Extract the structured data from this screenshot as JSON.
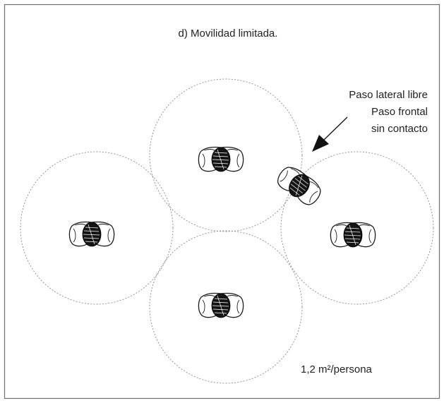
{
  "figure": {
    "title": "d) Movilidad limitada.",
    "annotation_lines": [
      "Paso lateral libre",
      "Paso frontal",
      "sin contacto"
    ],
    "density_label": "1,2 m²/persona"
  },
  "colors": {
    "frame": "#6f6f6f",
    "zone_outline": "#8a8a8a",
    "figure_fill": "#141414",
    "text": "#222222"
  },
  "persons": [
    {
      "name": "person-top",
      "moving": false
    },
    {
      "name": "person-left",
      "moving": false
    },
    {
      "name": "person-right",
      "moving": false
    },
    {
      "name": "person-bottom",
      "moving": false
    },
    {
      "name": "person-passing",
      "moving": true
    }
  ]
}
